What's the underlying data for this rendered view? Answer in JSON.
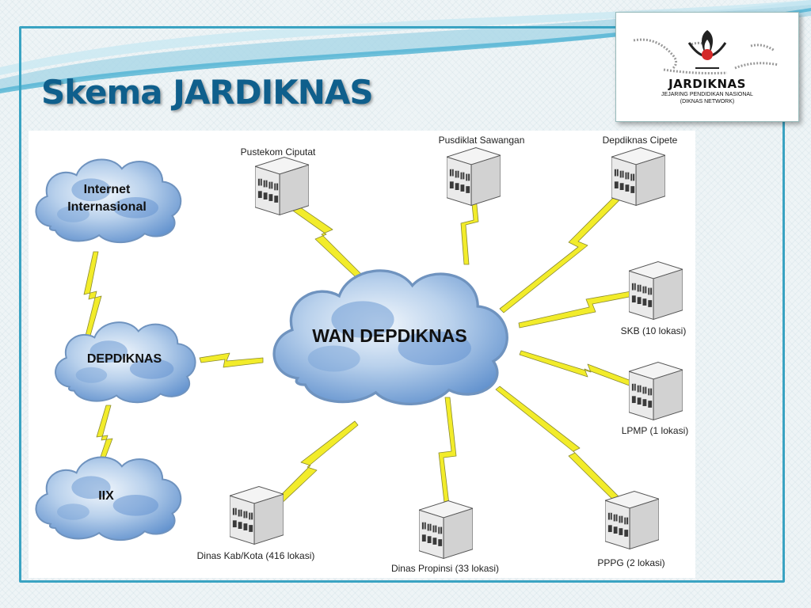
{
  "slide": {
    "title": "Skema JARDIKNAS"
  },
  "logo": {
    "name": "JARDIKNAS",
    "subtitle_line1": "JEJARING PENDIDIKAN NASIONAL",
    "subtitle_line2": "(DIKNAS NETWORK)"
  },
  "diagram": {
    "clouds": {
      "internet_line1": "Internet",
      "internet_line2": "Internasional",
      "depdiknas": "DEPDIKNAS",
      "iix": "IIX",
      "wan": "WAN DEPDIKNAS"
    },
    "sites": {
      "pustekom": "Pustekom Ciputat",
      "pusdiklat": "Pusdiklat Sawangan",
      "cipete": "Depdiknas Cipete",
      "skb": "SKB (10 lokasi)",
      "lpmp": "LPMP (1 lokasi)",
      "pppg": "PPPG (2 lokasi)",
      "propinsi": "Dinas Propinsi (33 lokasi)",
      "kabkota": "Dinas Kab/Kota (416 lokasi)"
    },
    "colors": {
      "link": "#f2ec2a",
      "link_outline": "#8a8a30",
      "cloud_light": "#e9f1fa",
      "cloud_dark": "#5b8fcf",
      "frame": "#3aa3c2",
      "title": "#0f5f8c"
    }
  }
}
